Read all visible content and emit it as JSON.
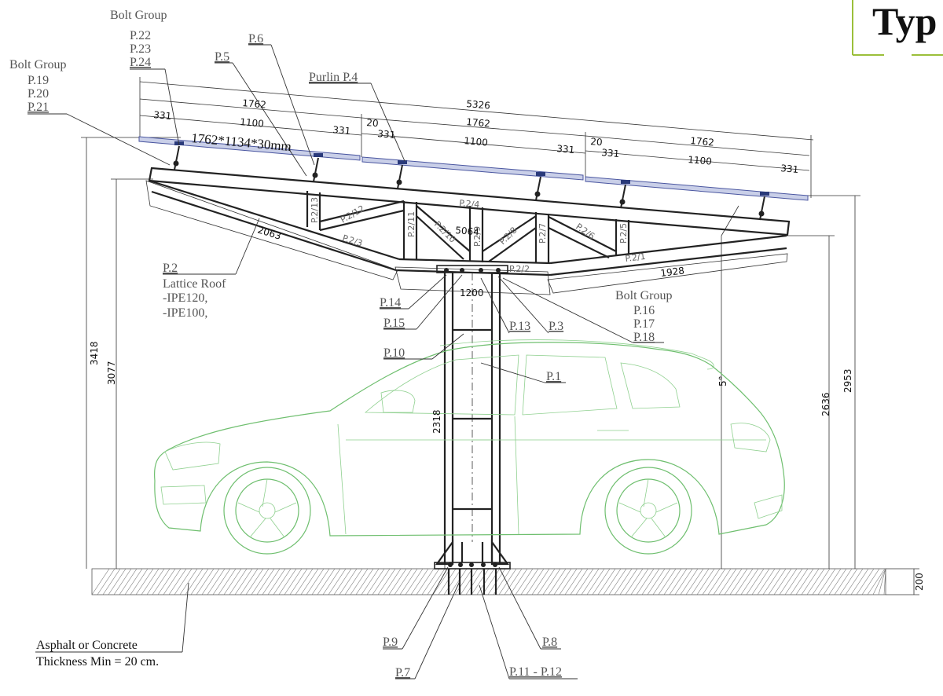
{
  "title_partial": "Typ",
  "panel_label": "1762*1134*30mm",
  "labels": {
    "bolt_group_top": "Bolt Group",
    "p22": "P.22",
    "p23": "P.23",
    "p24": "P.24",
    "bolt_group_left": "Bolt Group",
    "p19": "P.19",
    "p20": "P.20",
    "p21": "P.21",
    "p6": "P.6",
    "p5": "P.5",
    "purlin": "Purlin P.4",
    "p2": "P.2",
    "lattice_roof": "Lattice Roof",
    "ipe120": "-IPE120,",
    "ipe100": "-IPE100,",
    "p14": "P.14",
    "p15": "P.15",
    "p13": "P.13",
    "p3": "P.3",
    "p10": "P.10",
    "p1": "P.1",
    "bolt_group_right": "Bolt Group",
    "p16": "P.16",
    "p17": "P.17",
    "p18": "P.18",
    "p9": "P.9",
    "p8": "P.8",
    "p7": "P.7",
    "p11_12": "P.11 - P.12",
    "asphalt": "Asphalt or Concrete",
    "thickness": "Thickness Min = 20 cm."
  },
  "member_marks": {
    "m2_4": "P.2/4",
    "m2_13": "P.2/13",
    "m2_12": "P.2/12",
    "m2_11": "P.2/11",
    "m2_10": "P.2/10",
    "m2_9": "P.2/9",
    "m2_8": "P.2/8",
    "m2_7": "P.2/7",
    "m2_6": "P.2/6",
    "m2_5": "P.2/5",
    "m2_3": "P.2/3",
    "m2_2": "P.2/2",
    "m2_1": "P.2/1"
  },
  "dimensions": {
    "d5326": "5326",
    "d1762a": "1762",
    "d1762b": "1762",
    "d1762c": "1762",
    "d1100a": "1100",
    "d1100b": "1100",
    "d1100c": "1100",
    "d331a": "331",
    "d331b": "331",
    "d331c": "331",
    "d331d": "331",
    "d331e": "331",
    "d331f": "331",
    "d20a": "20",
    "d20b": "20",
    "d2063": "2063",
    "d5064": "5064",
    "d1928": "1928",
    "d1200": "1200",
    "d3418": "3418",
    "d3077": "3077",
    "d2318": "2318",
    "d2636": "2636",
    "d2953": "2953",
    "d200": "200",
    "angle": "5°"
  },
  "colors": {
    "car": "#6fbf6f",
    "panel": "#c9cfe8",
    "frame_accent": "#9bbf3a"
  }
}
